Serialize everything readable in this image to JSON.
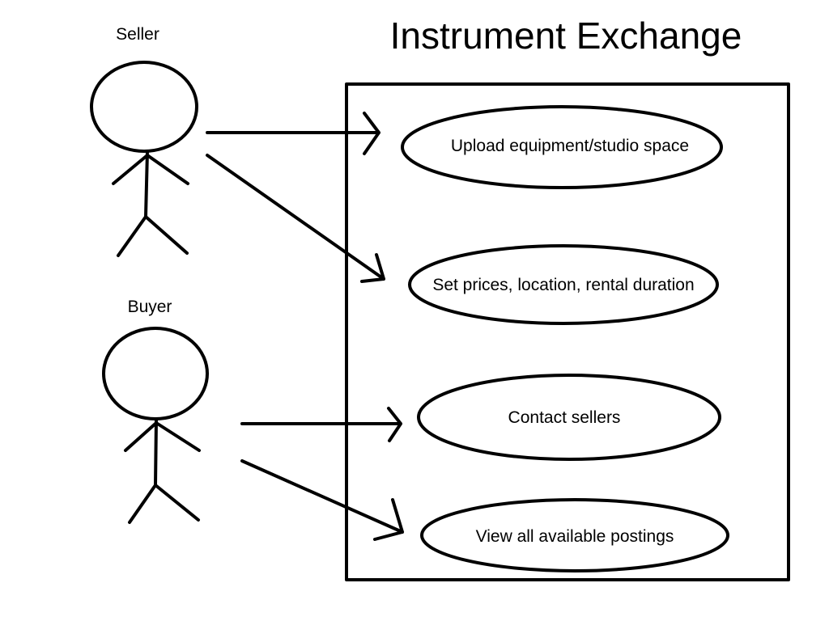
{
  "diagram": {
    "title": "Instrument Exchange",
    "actors": [
      {
        "id": "seller",
        "label": "Seller"
      },
      {
        "id": "buyer",
        "label": "Buyer"
      }
    ],
    "use_cases": [
      {
        "id": "upload",
        "label": "Upload equipment/studio space"
      },
      {
        "id": "set-prices",
        "label": "Set prices, location, rental duration"
      },
      {
        "id": "contact",
        "label": "Contact sellers"
      },
      {
        "id": "view",
        "label": "View all available postings"
      }
    ],
    "associations": [
      {
        "from": "seller",
        "to": "upload"
      },
      {
        "from": "seller",
        "to": "set-prices"
      },
      {
        "from": "buyer",
        "to": "contact"
      },
      {
        "from": "buyer",
        "to": "view"
      }
    ]
  }
}
